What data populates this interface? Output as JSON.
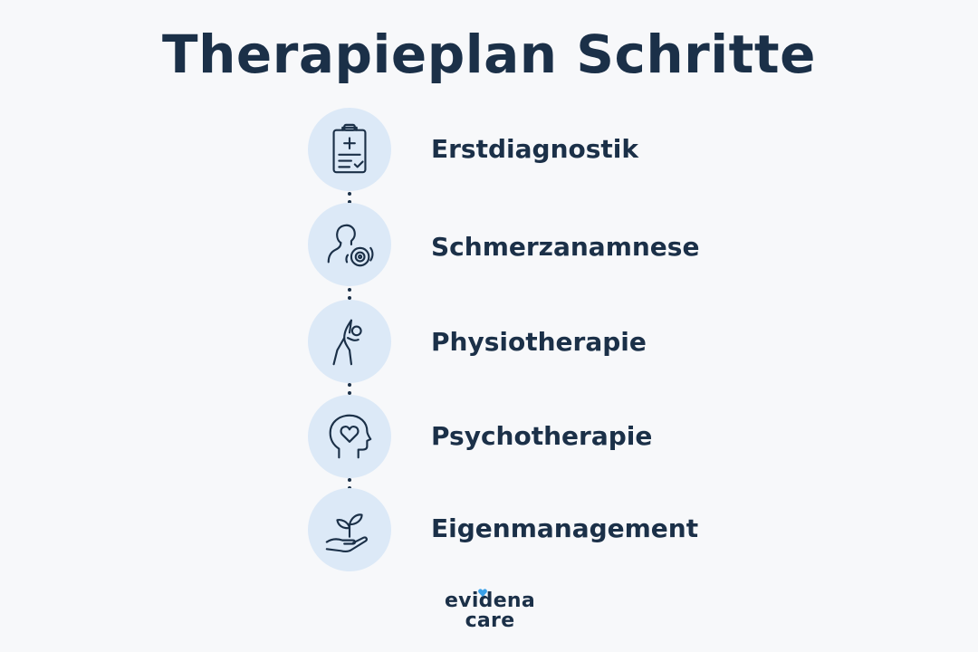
{
  "title": "Therapieplan Schritte",
  "steps": [
    {
      "label": "Erstdiagnostik",
      "icon": "clipboard-diagnosis-icon"
    },
    {
      "label": "Schmerzanamnese",
      "icon": "person-pain-target-icon"
    },
    {
      "label": "Physiotherapie",
      "icon": "stretching-person-icon"
    },
    {
      "label": "Psychotherapie",
      "icon": "head-heart-icon"
    },
    {
      "label": "Eigenmanagement",
      "icon": "hand-plant-icon"
    }
  ],
  "logo": {
    "line1": "evidena",
    "line2": "care",
    "accent": "#3aa0e8"
  },
  "colors": {
    "text": "#1b3048",
    "circle": "#dce9f7",
    "background": "#f7f8fa"
  }
}
